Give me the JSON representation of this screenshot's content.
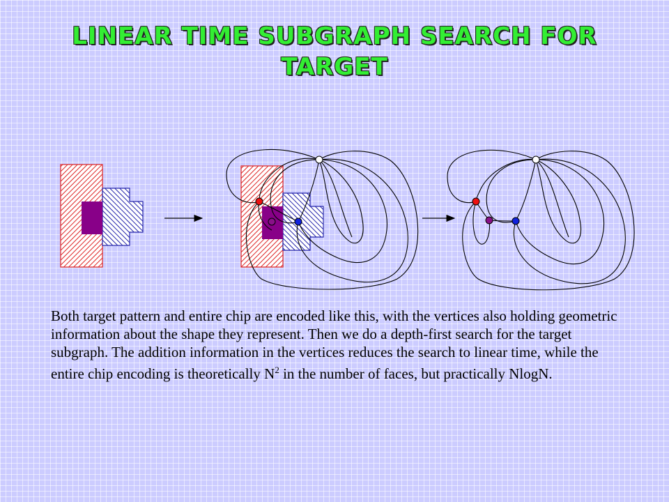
{
  "title": {
    "line1": "Linear Time Subgraph Search For",
    "line2": "Target"
  },
  "body": {
    "part1": "Both target pattern and entire chip are encoded like this, with the vertices also holding geometric information about the shape they represent.  Then we do a depth-first search for the target subgraph.  The addition information in the vertices reduces the search to linear time, while the entire chip encoding is theoretically N",
    "sup": "2",
    "part2": " in the number of faces, but practically NlogN."
  },
  "colors": {
    "red_hatch": "#dd2222",
    "blue_hatch": "#2222aa",
    "purple_fill": "#880088",
    "vertex_red": "#ee1111",
    "vertex_blue": "#1122dd",
    "vertex_purple": "#881188",
    "vertex_white": "#ffffff"
  }
}
